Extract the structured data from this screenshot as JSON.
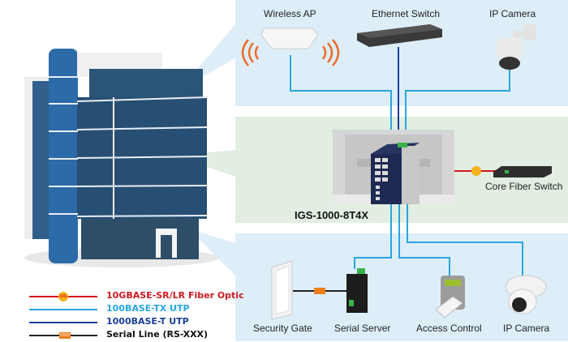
{
  "diagram": {
    "model_name": "IGS-1000-8T4X",
    "zones": {
      "top": {
        "devices": [
          {
            "label": "Wireless AP",
            "icon": "wireless-ap-icon",
            "link": "100BASE-TX UTP"
          },
          {
            "label": "Ethernet Switch",
            "icon": "ethernet-switch-icon",
            "link": "1000BASE-T UTP"
          },
          {
            "label": "IP Camera",
            "icon": "ptz-camera-icon",
            "link": "100BASE-TX UTP"
          }
        ]
      },
      "middle": {
        "devices": [
          {
            "label": "Core Fiber Switch",
            "icon": "fiber-switch-icon",
            "link": "10GBASE-SR/LR Fiber Optic",
            "badge": "10G"
          }
        ]
      },
      "bottom": {
        "devices": [
          {
            "label": "Security Gate",
            "icon": "security-gate-icon",
            "link": "Serial Line (RS-XXX)",
            "badge": "IOIOI"
          },
          {
            "label": "Serial Server",
            "icon": "serial-server-icon",
            "link": "100BASE-TX UTP"
          },
          {
            "label": "Access Control",
            "icon": "access-control-icon",
            "link": "100BASE-TX UTP"
          },
          {
            "label": "IP Camera",
            "icon": "dome-camera-icon",
            "link": "100BASE-TX UTP"
          }
        ]
      }
    },
    "legend": [
      {
        "label": "10GBASE-SR/LR Fiber Optic",
        "color": "#d0191f",
        "badge": "10G"
      },
      {
        "label": "100BASE-TX UTP",
        "color": "#29a6e0"
      },
      {
        "label": "1000BASE-T UTP",
        "color": "#1b3f9a"
      },
      {
        "label": "Serial Line (RS-XXX)",
        "color": "#222222",
        "badge": "IOIOI"
      }
    ],
    "colors": {
      "panel_blue": "#ddeef9",
      "panel_green": "#e1eee1",
      "utp100": "#29a6e0",
      "utp1000": "#1b3f9a",
      "fiber": "#d0191f",
      "serial": "#222222",
      "wifi": "#ef6a2a"
    }
  }
}
